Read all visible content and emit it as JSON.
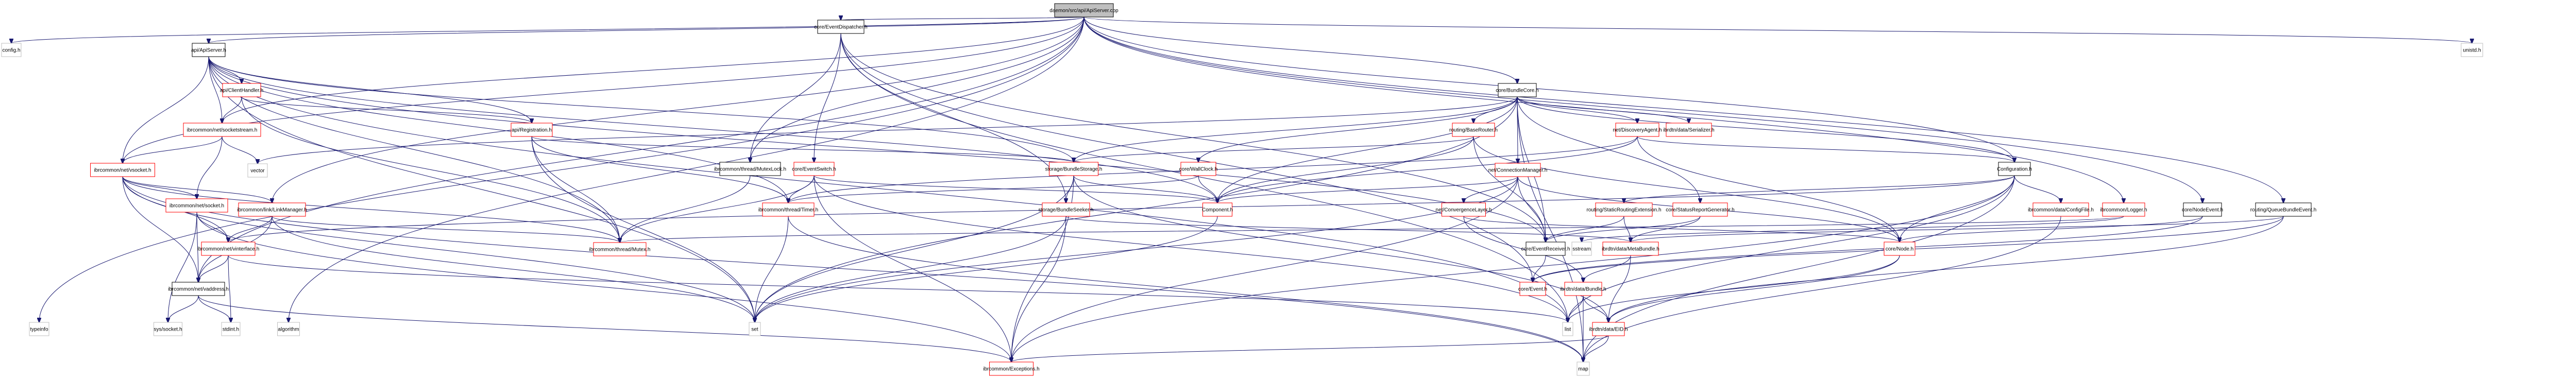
{
  "graph": {
    "title": "daemon/src/api/ApiServer.cpp include dependency graph",
    "colors": {
      "edge": "#191970",
      "root_fill": "#bfbfbf",
      "root_border": "#000000",
      "documented_border": "#000000",
      "incomplete_border": "#ff0000",
      "external_border": "#bfbfbf",
      "node_fill": "#ffffff"
    },
    "nodes": [
      {
        "id": "root",
        "label": "daemon/src/api/ApiServer.cpp",
        "kind": "root"
      },
      {
        "id": "config_h",
        "label": "config.h",
        "kind": "external"
      },
      {
        "id": "apiserver_h",
        "label": "api/ApiServer.h",
        "kind": "documented"
      },
      {
        "id": "clienthandler_h",
        "label": "api/ClientHandler.h",
        "kind": "truncated"
      },
      {
        "id": "socketstream_h",
        "label": "ibrcommon/net/socketstream.h",
        "kind": "truncated"
      },
      {
        "id": "registration_h",
        "label": "api/Registration.h",
        "kind": "truncated"
      },
      {
        "id": "vector",
        "label": "vector",
        "kind": "external"
      },
      {
        "id": "vsocket_h",
        "label": "ibrcommon/net/vsocket.h",
        "kind": "truncated"
      },
      {
        "id": "socket_h",
        "label": "ibrcommon/net/socket.h",
        "kind": "truncated"
      },
      {
        "id": "linkmanager_h",
        "label": "ibrcommon/link/LinkManager.h",
        "kind": "truncated"
      },
      {
        "id": "vinterface_h",
        "label": "ibrcommon/net/vinterface.h",
        "kind": "truncated"
      },
      {
        "id": "vaddress_h",
        "label": "ibrcommon/net/vaddress.h",
        "kind": "documented"
      },
      {
        "id": "typeinfo",
        "label": "typeinfo",
        "kind": "external"
      },
      {
        "id": "syssocket_h",
        "label": "sys/socket.h",
        "kind": "external"
      },
      {
        "id": "stdint_h",
        "label": "stdint.h",
        "kind": "external"
      },
      {
        "id": "algorithm",
        "label": "algorithm",
        "kind": "external"
      },
      {
        "id": "eventdispatcher_h",
        "label": "core/EventDispatcher.h",
        "kind": "documented"
      },
      {
        "id": "mutexlock_h",
        "label": "ibrcommon/thread/MutexLock.h",
        "kind": "documented"
      },
      {
        "id": "eventswitch_h",
        "label": "core/EventSwitch.h",
        "kind": "truncated"
      },
      {
        "id": "timer_h",
        "label": "ibrcommon/thread/Timer.h",
        "kind": "truncated"
      },
      {
        "id": "mutex_h",
        "label": "ibrcommon/thread/Mutex.h",
        "kind": "truncated"
      },
      {
        "id": "bundlestorage_h",
        "label": "storage/BundleStorage.h",
        "kind": "truncated"
      },
      {
        "id": "bundleseeker_h",
        "label": "storage/BundleSeeker.h",
        "kind": "truncated"
      },
      {
        "id": "set",
        "label": "set",
        "kind": "external"
      },
      {
        "id": "exceptions_h",
        "label": "ibrcommon/Exceptions.h",
        "kind": "truncated"
      },
      {
        "id": "wallclock_h",
        "label": "core/WallClock.h",
        "kind": "truncated"
      },
      {
        "id": "component_h",
        "label": "Component.h",
        "kind": "truncated"
      },
      {
        "id": "bundlecore_h",
        "label": "core/BundleCore.h",
        "kind": "documented"
      },
      {
        "id": "baserouter_h",
        "label": "routing/BaseRouter.h",
        "kind": "truncated"
      },
      {
        "id": "discoveryagent_h",
        "label": "net/DiscoveryAgent.h",
        "kind": "truncated"
      },
      {
        "id": "serializer_h",
        "label": "ibrdtn/data/Serializer.h",
        "kind": "truncated"
      },
      {
        "id": "connectionmanager_h",
        "label": "net/ConnectionManager.h",
        "kind": "truncated"
      },
      {
        "id": "convergencelayer_h",
        "label": "net/ConvergenceLayer.h",
        "kind": "truncated"
      },
      {
        "id": "staticrouting_h",
        "label": "routing/StaticRoutingExtension.h",
        "kind": "truncated"
      },
      {
        "id": "statusreport_h",
        "label": "core/StatusReportGenerator.h",
        "kind": "truncated"
      },
      {
        "id": "eventreceiver_h",
        "label": "core/EventReceiver.h",
        "kind": "documented"
      },
      {
        "id": "sstream",
        "label": "sstream",
        "kind": "external"
      },
      {
        "id": "metabundle_h",
        "label": "ibrdtn/data/MetaBundle.h",
        "kind": "truncated"
      },
      {
        "id": "node_h",
        "label": "core/Node.h",
        "kind": "truncated"
      },
      {
        "id": "event_h",
        "label": "core/Event.h",
        "kind": "truncated"
      },
      {
        "id": "bundle_h",
        "label": "ibrdtn/data/Bundle.h",
        "kind": "truncated"
      },
      {
        "id": "list",
        "label": "list",
        "kind": "external"
      },
      {
        "id": "eid_h",
        "label": "ibrdtn/data/EID.h",
        "kind": "truncated"
      },
      {
        "id": "map",
        "label": "map",
        "kind": "external"
      },
      {
        "id": "configuration_h",
        "label": "Configuration.h",
        "kind": "documented"
      },
      {
        "id": "configfile_h",
        "label": "ibrcommon/data/ConfigFile.h",
        "kind": "truncated"
      },
      {
        "id": "logger_h",
        "label": "ibrcommon/Logger.h",
        "kind": "truncated"
      },
      {
        "id": "nodeevent_h",
        "label": "core/NodeEvent.h",
        "kind": "documented"
      },
      {
        "id": "queuebundleevent_h",
        "label": "routing/QueueBundleEvent.h",
        "kind": "documented"
      },
      {
        "id": "unistd_h",
        "label": "unistd.h",
        "kind": "external"
      }
    ],
    "edges": [
      [
        "root",
        "config_h"
      ],
      [
        "root",
        "apiserver_h"
      ],
      [
        "root",
        "bundlecore_h"
      ],
      [
        "root",
        "eventdispatcher_h"
      ],
      [
        "root",
        "configuration_h"
      ],
      [
        "root",
        "logger_h"
      ],
      [
        "root",
        "nodeevent_h"
      ],
      [
        "root",
        "queuebundleevent_h"
      ],
      [
        "root",
        "unistd_h"
      ],
      [
        "root",
        "typeinfo"
      ],
      [
        "root",
        "algorithm"
      ],
      [
        "root",
        "vaddress_h"
      ],
      [
        "root",
        "socketstream_h"
      ],
      [
        "root",
        "vsocket_h"
      ],
      [
        "root",
        "linkmanager_h"
      ],
      [
        "root",
        "mutexlock_h"
      ],
      [
        "apiserver_h",
        "clienthandler_h"
      ],
      [
        "apiserver_h",
        "registration_h"
      ],
      [
        "apiserver_h",
        "vsocket_h"
      ],
      [
        "apiserver_h",
        "socketstream_h"
      ],
      [
        "apiserver_h",
        "component_h"
      ],
      [
        "apiserver_h",
        "mutex_h"
      ],
      [
        "apiserver_h",
        "timer_h"
      ],
      [
        "apiserver_h",
        "eventreceiver_h"
      ],
      [
        "apiserver_h",
        "bundlestorage_h"
      ],
      [
        "apiserver_h",
        "set"
      ],
      [
        "apiserver_h",
        "list"
      ],
      [
        "clienthandler_h",
        "registration_h"
      ],
      [
        "clienthandler_h",
        "socketstream_h"
      ],
      [
        "clienthandler_h",
        "mutex_h"
      ],
      [
        "socketstream_h",
        "vsocket_h"
      ],
      [
        "socketstream_h",
        "socket_h"
      ],
      [
        "socketstream_h",
        "vector"
      ],
      [
        "registration_h",
        "mutex_h"
      ],
      [
        "registration_h",
        "timer_h"
      ],
      [
        "registration_h",
        "bundlestorage_h"
      ],
      [
        "registration_h",
        "set"
      ],
      [
        "vsocket_h",
        "socket_h"
      ],
      [
        "vsocket_h",
        "linkmanager_h"
      ],
      [
        "vsocket_h",
        "vinterface_h"
      ],
      [
        "vsocket_h",
        "vaddress_h"
      ],
      [
        "vsocket_h",
        "mutex_h"
      ],
      [
        "vsocket_h",
        "map"
      ],
      [
        "vsocket_h",
        "set"
      ],
      [
        "socket_h",
        "vinterface_h"
      ],
      [
        "socket_h",
        "vaddress_h"
      ],
      [
        "socket_h",
        "syssocket_h"
      ],
      [
        "socket_h",
        "exceptions_h"
      ],
      [
        "linkmanager_h",
        "vinterface_h"
      ],
      [
        "linkmanager_h",
        "vaddress_h"
      ],
      [
        "linkmanager_h",
        "mutex_h"
      ],
      [
        "linkmanager_h",
        "set"
      ],
      [
        "vinterface_h",
        "vaddress_h"
      ],
      [
        "vinterface_h",
        "stdint_h"
      ],
      [
        "vinterface_h",
        "list"
      ],
      [
        "vaddress_h",
        "syssocket_h"
      ],
      [
        "vaddress_h",
        "stdint_h"
      ],
      [
        "vaddress_h",
        "exceptions_h"
      ],
      [
        "eventdispatcher_h",
        "mutexlock_h"
      ],
      [
        "eventdispatcher_h",
        "eventswitch_h"
      ],
      [
        "eventdispatcher_h",
        "eventreceiver_h"
      ],
      [
        "eventdispatcher_h",
        "bundleseeker_h"
      ],
      [
        "eventdispatcher_h",
        "list"
      ],
      [
        "eventdispatcher_h",
        "event_h"
      ],
      [
        "mutexlock_h",
        "mutex_h"
      ],
      [
        "eventswitch_h",
        "timer_h"
      ],
      [
        "eventswitch_h",
        "mutex_h"
      ],
      [
        "eventswitch_h",
        "exceptions_h"
      ],
      [
        "eventswitch_h",
        "component_h"
      ],
      [
        "eventswitch_h",
        "list"
      ],
      [
        "timer_h",
        "set"
      ],
      [
        "timer_h",
        "map"
      ],
      [
        "bundlestorage_h",
        "bundleseeker_h"
      ],
      [
        "bundlestorage_h",
        "component_h"
      ],
      [
        "bundlestorage_h",
        "eid_h"
      ],
      [
        "bundlestorage_h",
        "set"
      ],
      [
        "bundlestorage_h",
        "exceptions_h"
      ],
      [
        "bundleseeker_h",
        "metabundle_h"
      ],
      [
        "bundleseeker_h",
        "set"
      ],
      [
        "bundleseeker_h",
        "exceptions_h"
      ],
      [
        "wallclock_h",
        "component_h"
      ],
      [
        "wallclock_h",
        "timer_h"
      ],
      [
        "component_h",
        "set"
      ],
      [
        "bundlecore_h",
        "baserouter_h"
      ],
      [
        "bundlecore_h",
        "connectionmanager_h"
      ],
      [
        "bundlecore_h",
        "discoveryagent_h"
      ],
      [
        "bundlecore_h",
        "serializer_h"
      ],
      [
        "bundlecore_h",
        "wallclock_h"
      ],
      [
        "bundlecore_h",
        "component_h"
      ],
      [
        "bundlecore_h",
        "configuration_h"
      ],
      [
        "bundlecore_h",
        "statusreport_h"
      ],
      [
        "bundlecore_h",
        "bundlestorage_h"
      ],
      [
        "bundlecore_h",
        "eventreceiver_h"
      ],
      [
        "bundlecore_h",
        "vector"
      ],
      [
        "bundlecore_h",
        "set"
      ],
      [
        "bundlecore_h",
        "map"
      ],
      [
        "baserouter_h",
        "component_h"
      ],
      [
        "baserouter_h",
        "bundlestorage_h"
      ],
      [
        "baserouter_h",
        "node_h"
      ],
      [
        "baserouter_h",
        "eventreceiver_h"
      ],
      [
        "discoveryagent_h",
        "configuration_h"
      ],
      [
        "discoveryagent_h",
        "component_h"
      ],
      [
        "discoveryagent_h",
        "node_h"
      ],
      [
        "discoveryagent_h",
        "timer_h"
      ],
      [
        "connectionmanager_h",
        "convergencelayer_h"
      ],
      [
        "connectionmanager_h",
        "eventreceiver_h"
      ],
      [
        "connectionmanager_h",
        "node_h"
      ],
      [
        "connectionmanager_h",
        "exceptions_h"
      ],
      [
        "connectionmanager_h",
        "set"
      ],
      [
        "connectionmanager_h",
        "component_h"
      ],
      [
        "convergencelayer_h",
        "bundle_h"
      ],
      [
        "convergencelayer_h",
        "node_h"
      ],
      [
        "staticrouting_h",
        "metabundle_h"
      ],
      [
        "staticrouting_h",
        "eventreceiver_h"
      ],
      [
        "statusreport_h",
        "metabundle_h"
      ],
      [
        "statusreport_h",
        "eventreceiver_h"
      ],
      [
        "eventreceiver_h",
        "event_h"
      ],
      [
        "metabundle_h",
        "bundle_h"
      ],
      [
        "metabundle_h",
        "eid_h"
      ],
      [
        "node_h",
        "eid_h"
      ],
      [
        "node_h",
        "list"
      ],
      [
        "bundle_h",
        "list"
      ],
      [
        "bundle_h",
        "eid_h"
      ],
      [
        "bundle_h",
        "map"
      ],
      [
        "eid_h",
        "map"
      ],
      [
        "eid_h",
        "exceptions_h"
      ],
      [
        "configuration_h",
        "configfile_h"
      ],
      [
        "configuration_h",
        "node_h"
      ],
      [
        "configuration_h",
        "staticrouting_h"
      ],
      [
        "configuration_h",
        "vinterface_h"
      ],
      [
        "configuration_h",
        "list"
      ],
      [
        "configuration_h",
        "map"
      ],
      [
        "configuration_h",
        "exceptions_h"
      ],
      [
        "configfile_h",
        "map"
      ],
      [
        "logger_h",
        "sstream"
      ],
      [
        "logger_h",
        "mutex_h"
      ],
      [
        "nodeevent_h",
        "node_h"
      ],
      [
        "nodeevent_h",
        "event_h"
      ],
      [
        "queuebundleevent_h",
        "metabundle_h"
      ],
      [
        "queuebundleevent_h",
        "event_h"
      ],
      [
        "queuebundleevent_h",
        "eid_h"
      ]
    ]
  }
}
